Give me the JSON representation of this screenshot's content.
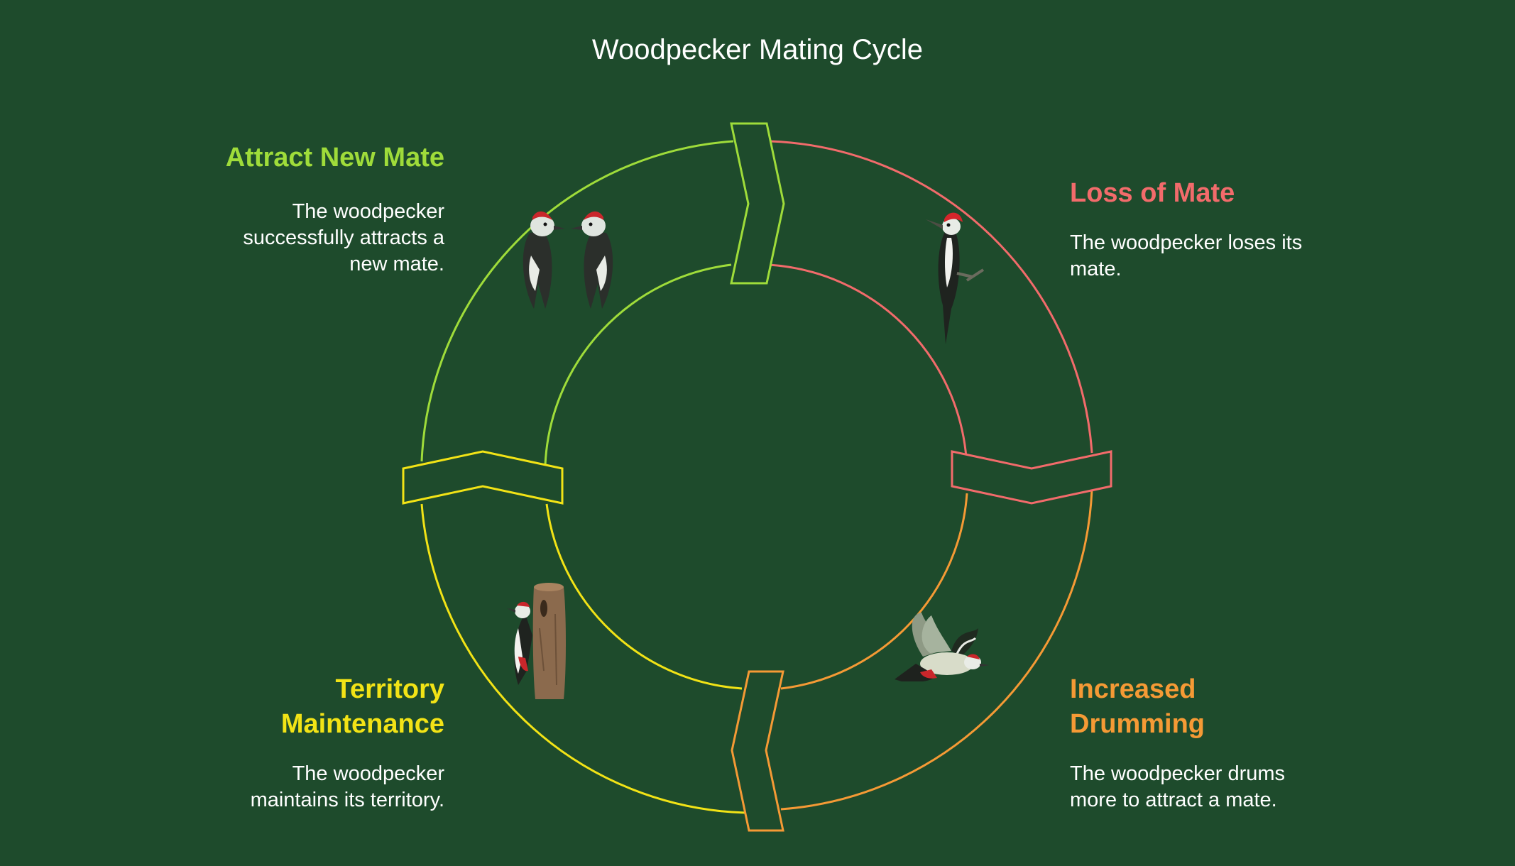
{
  "title": "Woodpecker Mating Cycle",
  "steps": [
    {
      "title": "Loss of Mate",
      "description": "The woodpecker loses its mate.",
      "color": "#f26b6b",
      "icon": "perched-woodpecker-icon"
    },
    {
      "title": "Increased Drumming",
      "description": "The woodpecker drums more to attract a mate.",
      "color": "#f59a35",
      "icon": "flying-woodpecker-icon"
    },
    {
      "title": "Territory Maintenance",
      "description": "The woodpecker maintains its territory.",
      "color": "#f2e316",
      "icon": "woodpecker-on-trunk-icon"
    },
    {
      "title": "Attract New Mate",
      "description": "The woodpecker successfully attracts a new mate.",
      "color": "#9fdc3a",
      "icon": "woodpecker-pair-icon"
    }
  ],
  "colors": {
    "background": "#1e4b2c",
    "text": "#ffffff"
  }
}
